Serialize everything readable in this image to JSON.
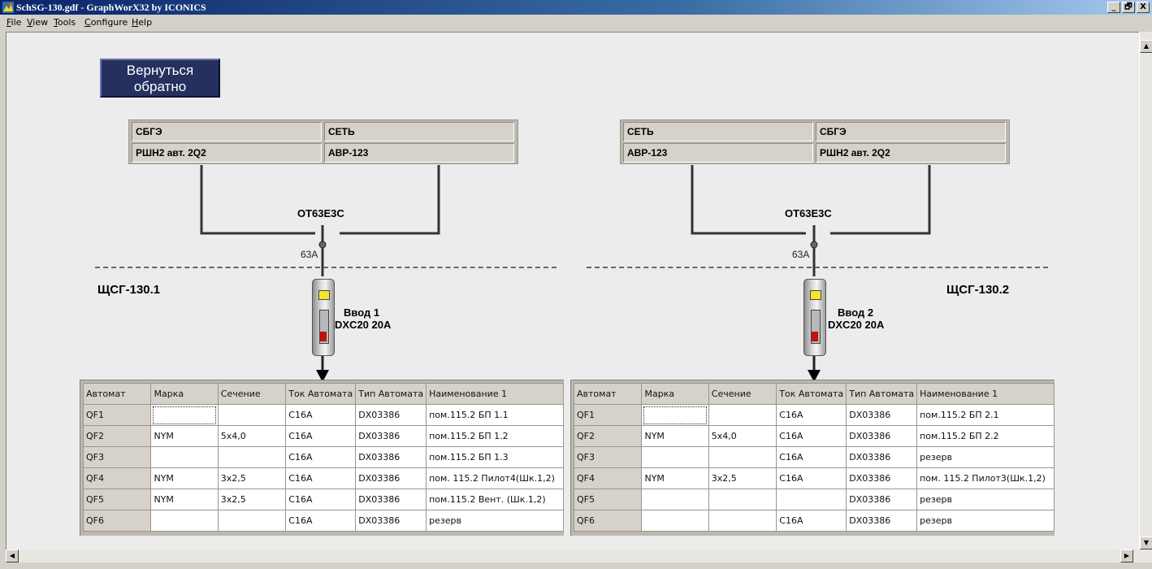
{
  "window": {
    "title": "SchSG-130.gdf - GraphWorX32 by ICONICS",
    "controls": {
      "minimize": "_",
      "maximize": "🗗",
      "close": "X"
    }
  },
  "menu": [
    "File",
    "View",
    "Tools",
    "Configure",
    "Help"
  ],
  "back_button": "Вернуться\nобратно",
  "left": {
    "panel": {
      "r1c1": "СБГЭ",
      "r1c2": "СЕТЬ",
      "r2c1": "РШН2 авт. 2Q2",
      "r2c2": "АВР-123"
    },
    "switch_label": "ОТ63Е3С",
    "rating": "63А",
    "board_name": "ЩСГ-130.1",
    "input_name": "Ввод 1",
    "input_model": "DXC20 20A"
  },
  "right": {
    "panel": {
      "r1c1": "СЕТЬ",
      "r1c2": "СБГЭ",
      "r2c1": "АВР-123",
      "r2c2": "РШН2 авт. 2Q2"
    },
    "switch_label": "ОТ63Е3С",
    "rating": "63А",
    "board_name": "ЩСГ-130.2",
    "input_name": "Ввод 2",
    "input_model": "DXC20 20A"
  },
  "columns": [
    "Автомат",
    "Марка",
    "Сечение",
    "Ток Автомата",
    "Тип Автомата",
    "Наименование 1"
  ],
  "left_rows": [
    [
      "QF1",
      "",
      "",
      "C16A",
      "DX03386",
      "пом.115.2 БП 1.1"
    ],
    [
      "QF2",
      "NYM",
      "5x4,0",
      "C16A",
      "DX03386",
      "пом.115.2 БП 1.2"
    ],
    [
      "QF3",
      "",
      "",
      "C16A",
      "DX03386",
      "пом.115.2 БП 1.3"
    ],
    [
      "QF4",
      "NYM",
      "3x2,5",
      "C16A",
      "DX03386",
      "пом. 115.2 Пилот4(Шк.1,2)"
    ],
    [
      "QF5",
      "NYM",
      "3x2,5",
      "C16A",
      "DX03386",
      "пом.115.2 Вент. (Шк.1,2)"
    ],
    [
      "QF6",
      "",
      "",
      "C16A",
      "DX03386",
      "резерв"
    ]
  ],
  "right_rows": [
    [
      "QF1",
      "",
      "",
      "C16A",
      "DX03386",
      "пом.115.2 БП 2.1"
    ],
    [
      "QF2",
      "NYM",
      "5x4,0",
      "C16A",
      "DX03386",
      "пом.115.2 БП 2.2"
    ],
    [
      "QF3",
      "",
      "",
      "C16A",
      "DX03386",
      "резерв"
    ],
    [
      "QF4",
      "NYM",
      "3x2,5",
      "C16A",
      "DX03386",
      "пом. 115.2 Пилот3(Шк.1,2)"
    ],
    [
      "QF5",
      "",
      "",
      "",
      "DX03386",
      "резерв"
    ],
    [
      "QF6",
      "",
      "",
      "C16A",
      "DX03386",
      "резерв"
    ]
  ],
  "colors": {
    "back_button_bg": "#25305f",
    "titlebar": "#0a246a"
  }
}
